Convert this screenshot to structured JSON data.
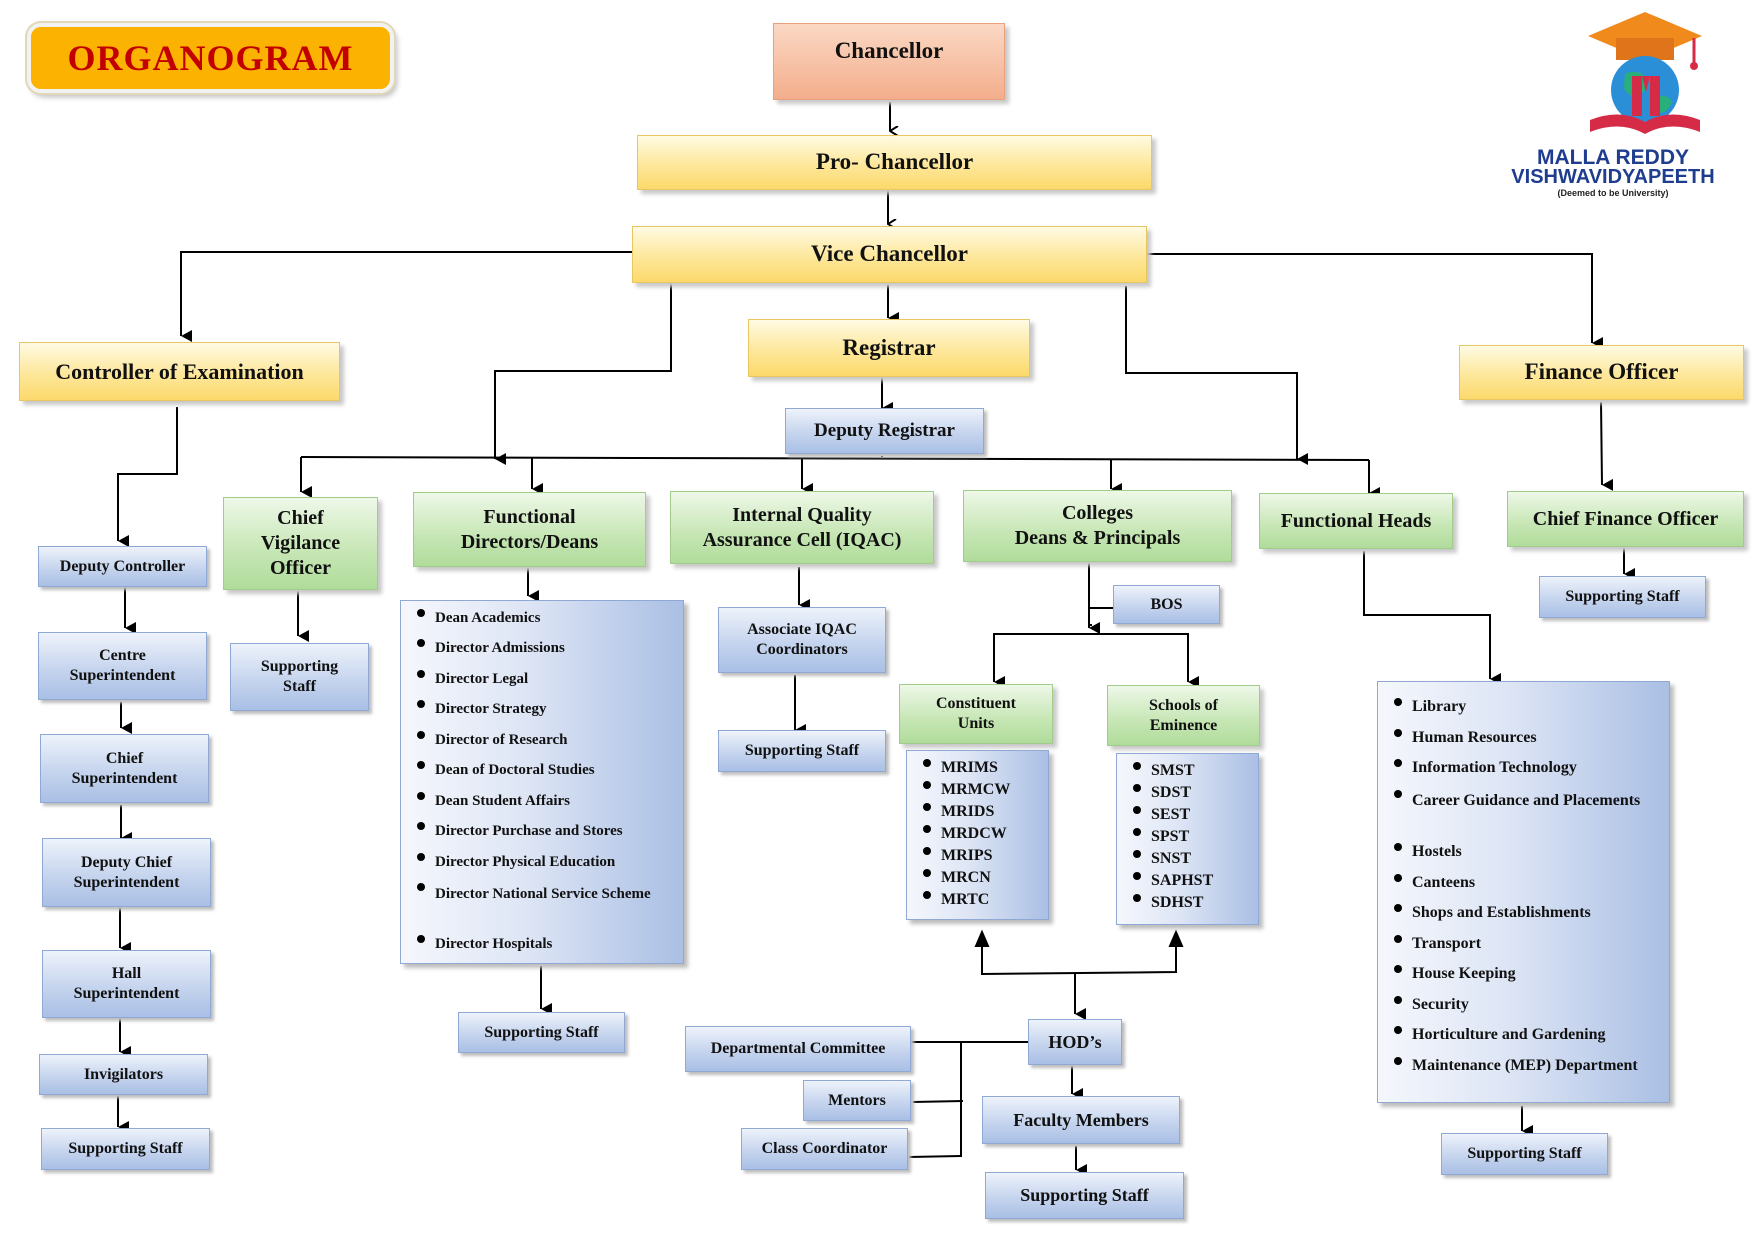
{
  "title": "ORGANOGRAM",
  "logo": {
    "line1": "MALLA REDDY",
    "line2": "VISHWAVIDYAPEETH",
    "line3": "(Deemed to be University)",
    "icon": "graduation-cap-globe-book-icon",
    "colors": {
      "cap": "#f08a1c",
      "text": "#1f3d8f",
      "globe": "#2a8fd6",
      "book": "#d62b46"
    }
  },
  "colors": {
    "title_badge": "#fcb200",
    "title_text": "#c20000"
  },
  "nodes": {
    "chancellor": "Chancellor",
    "pro_chancellor": "Pro- Chancellor",
    "vice_chancellor": "Vice Chancellor",
    "registrar": "Registrar",
    "deputy_registrar": "Deputy Registrar",
    "controller": "Controller of Examination",
    "finance_officer": "Finance Officer",
    "chief_finance_officer": "Chief Finance Officer",
    "chief_vigilance": [
      "Chief",
      "Vigilance",
      "Officer"
    ],
    "functional_directors": [
      "Functional",
      "Directors/Deans"
    ],
    "iqac": [
      "Internal Quality",
      "Assurance Cell (IQAC)"
    ],
    "colleges": [
      "Colleges",
      "Deans & Principals"
    ],
    "functional_heads": "Functional Heads",
    "deputy_controller": "Deputy Controller",
    "centre_superintendent": [
      "Centre",
      "Superintendent"
    ],
    "chief_superintendent": [
      "Chief",
      "Superintendent"
    ],
    "deputy_chief_superintendent": [
      "Deputy Chief",
      "Superintendent"
    ],
    "hall_superintendent": [
      "Hall",
      "Superintendent"
    ],
    "invigilators": "Invigilators",
    "supporting_staff": "Supporting Staff",
    "supporting_staff_split": [
      "Supporting",
      "Staff"
    ],
    "associate_iqac": [
      "Associate IQAC",
      "Coordinators"
    ],
    "bos": "BOS",
    "constituent_units": [
      "Constituent",
      "Units"
    ],
    "schools_of_eminence": [
      "Schools of",
      "Eminence"
    ],
    "hods": "HOD’s",
    "departmental_committee": "Departmental Committee",
    "mentors": "Mentors",
    "class_coordinator": "Class Coordinator",
    "faculty_members": "Faculty Members"
  },
  "lists": {
    "directors": [
      "Dean Academics",
      "Director Admissions",
      "Director Legal",
      "Director Strategy",
      "Director of Research",
      "Dean of Doctoral Studies",
      "Dean Student Affairs",
      "Director Purchase and Stores",
      "Director Physical Education",
      "Director National Service Scheme",
      "Director Hospitals"
    ],
    "constituent_units": [
      "MRIMS",
      "MRMCW",
      "MRIDS",
      "MRDCW",
      "MRIPS",
      "MRCN",
      "MRTC"
    ],
    "schools": [
      "SMST",
      "SDST",
      "SEST",
      "SPST",
      "SNST",
      "SAPHST",
      "SDHST"
    ],
    "functional_heads": [
      "Library",
      "Human Resources",
      "Information Technology",
      "Career Guidance and Placements",
      "Hostels",
      "Canteens",
      "Shops and Establishments",
      "Transport",
      "House Keeping",
      "Security",
      "Horticulture and Gardening",
      "Maintenance (MEP) Department"
    ]
  }
}
